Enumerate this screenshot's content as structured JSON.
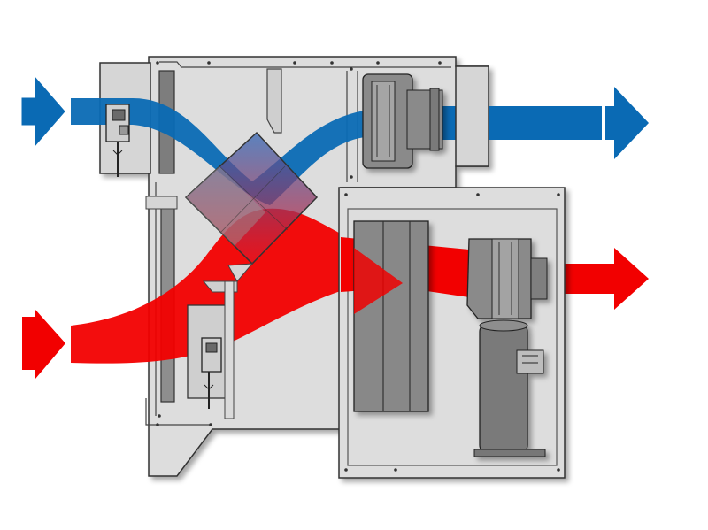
{
  "diagram": {
    "kind": "ventilation-heat-recovery-unit-schematic",
    "colors": {
      "supply_air": "#0a6ab4",
      "exhaust_air": "#f20000",
      "casing": "#dcdcdc",
      "component": "#8a8a8a",
      "outline": "#333333"
    },
    "airflows": [
      {
        "id": "blue-airflow",
        "direction": "left-to-right",
        "color_key": "supply_air"
      },
      {
        "id": "red-airflow",
        "direction": "left-to-right",
        "color_key": "exhaust_air"
      }
    ],
    "components": [
      "upper-filter",
      "upper-damper-actuator",
      "cross-flow-heat-exchanger",
      "upper-fan",
      "lower-filter",
      "lower-damper-actuator",
      "evaporator-coil",
      "lower-fan",
      "compressor"
    ]
  }
}
